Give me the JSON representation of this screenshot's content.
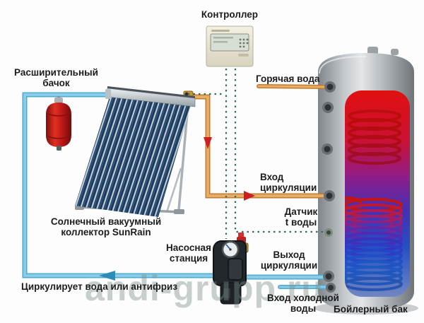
{
  "watermark": "andi-grupp.ru",
  "labels": {
    "controller": "Контроллер",
    "hot_water": "Горячая вода",
    "expansion_line1": "Расширительный",
    "expansion_line2": "бачок",
    "collector_line1": "Солнечный вакуумный",
    "collector_line2": "коллектор SunRain",
    "circulation_in_line1": "Вход",
    "circulation_in_line2": "циркуляции",
    "sensor_line1": "Датчик",
    "sensor_line2": "t воды",
    "pump_line1": "Насосная",
    "pump_line2": "станция",
    "circulation_out_line1": "Выход",
    "circulation_out_line2": "циркуляции",
    "cold_in_line1": "Вход холодной",
    "cold_in_line2": "воды",
    "boiler_tank": "Бойлерный бак",
    "circulating_fluid": "Циркулирует вода или антифриз"
  },
  "colors": {
    "hot_pipe": "#e2a259",
    "cold_pipe": "#79c6e2",
    "sensor_wire": "#336f62",
    "arrow_red": "#cc2020",
    "arrow_blue": "#2b8cb8",
    "expansion_tank_red": "#c42020",
    "tank_hot": "#e01010",
    "tank_cold": "#2450c4"
  }
}
